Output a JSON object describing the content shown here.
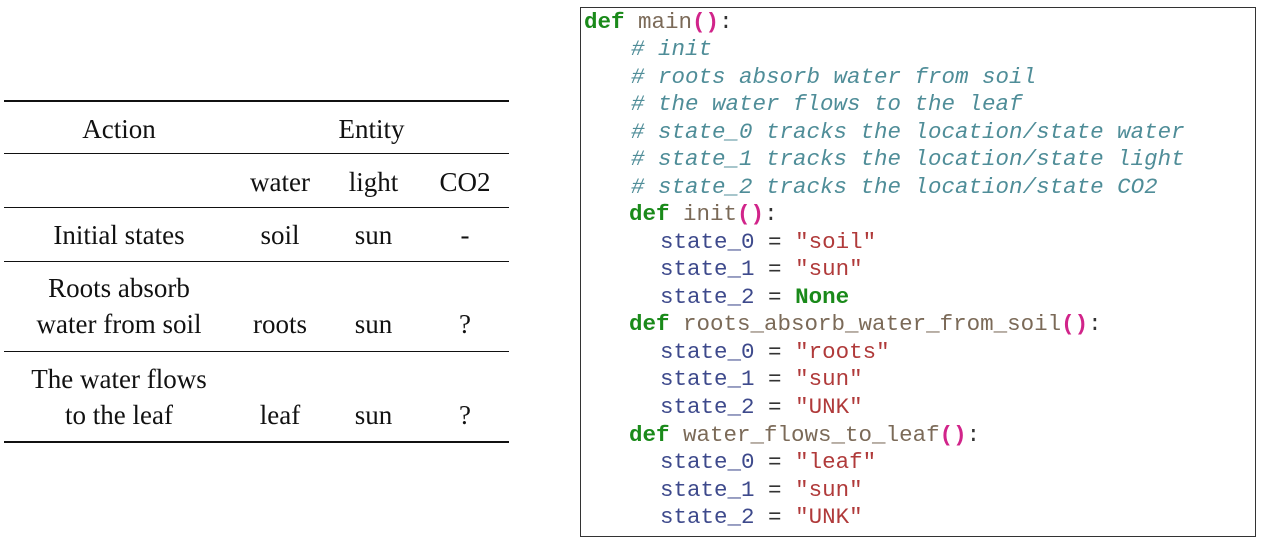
{
  "table": {
    "header": {
      "action": "Action",
      "entity": "Entity"
    },
    "subheader": [
      "water",
      "light",
      "CO2"
    ],
    "rows": [
      {
        "action_lines": [
          "Initial states"
        ],
        "water": "soil",
        "light": "sun",
        "co2": "-"
      },
      {
        "action_lines": [
          "Roots absorb",
          "water from soil"
        ],
        "water": "roots",
        "light": "sun",
        "co2": "?"
      },
      {
        "action_lines": [
          "The water flows",
          "to the leaf"
        ],
        "water": "leaf",
        "light": "sun",
        "co2": "?"
      }
    ]
  },
  "code": {
    "main_def": {
      "kw": "def",
      "name": "main",
      "parens": "()",
      "colon": ":"
    },
    "comments": [
      "# init",
      "# roots absorb water from soil",
      "# the water flows to the leaf",
      "# state_0 tracks the location/state water",
      "# state_1 tracks the location/state light",
      "# state_2 tracks the location/state CO2"
    ],
    "functions": [
      {
        "kw": "def",
        "name": "init",
        "parens": "()",
        "colon": ":",
        "assignments": [
          {
            "var": "state_0",
            "op": "=",
            "value": "\"soil\"",
            "kind": "str"
          },
          {
            "var": "state_1",
            "op": "=",
            "value": "\"sun\"",
            "kind": "str"
          },
          {
            "var": "state_2",
            "op": "=",
            "value": "None",
            "kind": "none"
          }
        ]
      },
      {
        "kw": "def",
        "name": "roots_absorb_water_from_soil",
        "parens": "()",
        "colon": ":",
        "assignments": [
          {
            "var": "state_0",
            "op": "=",
            "value": "\"roots\"",
            "kind": "str"
          },
          {
            "var": "state_1",
            "op": "=",
            "value": "\"sun\"",
            "kind": "str"
          },
          {
            "var": "state_2",
            "op": "=",
            "value": "\"UNK\"",
            "kind": "str"
          }
        ]
      },
      {
        "kw": "def",
        "name": "water_flows_to_leaf",
        "parens": "()",
        "colon": ":",
        "assignments": [
          {
            "var": "state_0",
            "op": "=",
            "value": "\"leaf\"",
            "kind": "str"
          },
          {
            "var": "state_1",
            "op": "=",
            "value": "\"sun\"",
            "kind": "str"
          },
          {
            "var": "state_2",
            "op": "=",
            "value": "\"UNK\"",
            "kind": "str"
          }
        ]
      }
    ]
  },
  "colors": {
    "keyword": "#1a8a1a",
    "function_name": "#7b6a58",
    "parens": "#d1248a",
    "comment": "#4f8d98",
    "variable": "#3e4a8c",
    "string": "#b03a3a"
  }
}
